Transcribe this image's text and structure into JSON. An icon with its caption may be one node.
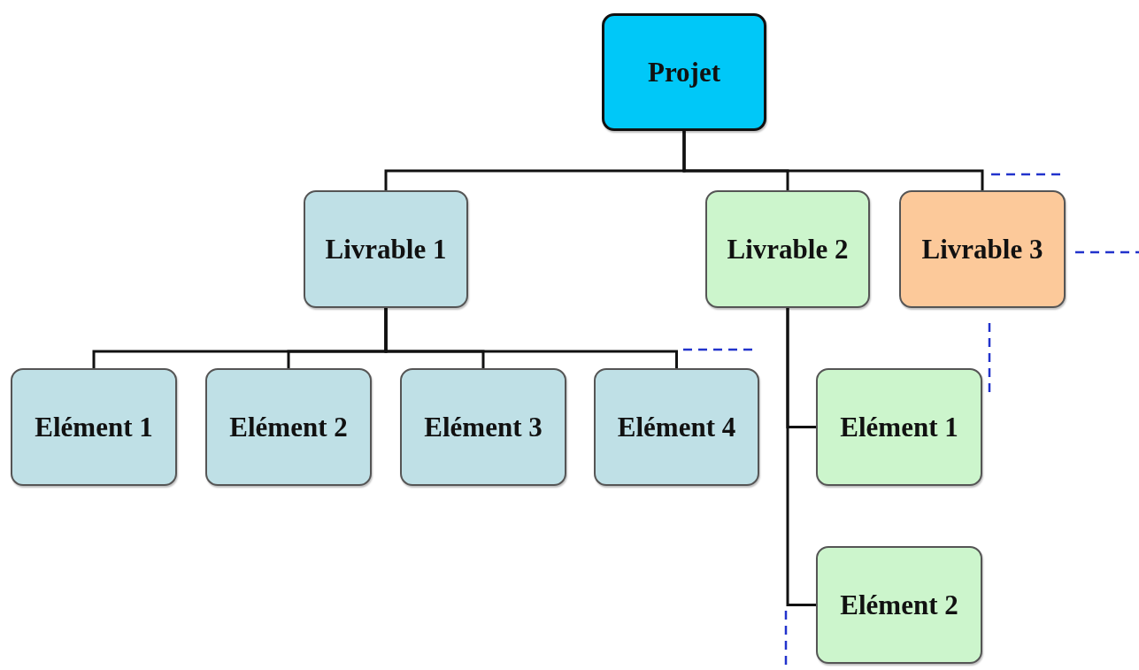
{
  "diagram": {
    "nodes": [
      {
        "text": [
          "Projet"
        ]
      },
      {
        "text": [
          "Livrable 1"
        ]
      },
      {
        "text": [
          "Livrable 2"
        ]
      },
      {
        "text": [
          "Livrable 3"
        ]
      },
      {
        "text": [
          "Elément 1"
        ]
      },
      {
        "text": [
          "Elément 2"
        ]
      },
      {
        "text": [
          "Elément 3"
        ]
      },
      {
        "text": [
          "Elément 4"
        ]
      },
      {
        "text": [
          "Elément 1"
        ]
      },
      {
        "text": [
          "Elément 2"
        ]
      }
    ],
    "edges": [
      {
        "from": 0,
        "to": 1,
        "arrow": "none"
      },
      {
        "from": 0,
        "to": 2,
        "arrow": "none"
      },
      {
        "from": 0,
        "to": 3,
        "arrow": "none"
      },
      {
        "from": 1,
        "to": 4,
        "arrow": "none"
      },
      {
        "from": 1,
        "to": 5,
        "arrow": "none"
      },
      {
        "from": 1,
        "to": 6,
        "arrow": "none"
      },
      {
        "from": 1,
        "to": 7,
        "arrow": "none"
      },
      {
        "from": 2,
        "to": 8,
        "arrow": "none"
      },
      {
        "from": 2,
        "to": 9,
        "arrow": "none"
      }
    ]
  }
}
